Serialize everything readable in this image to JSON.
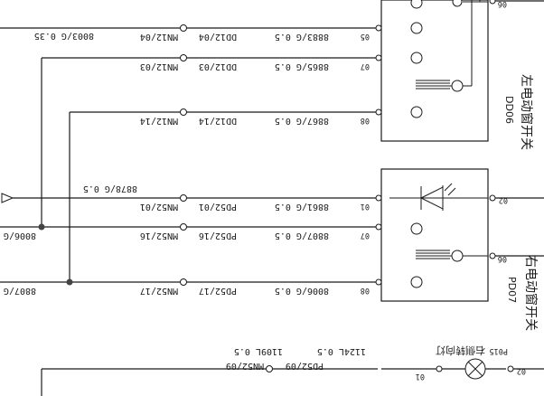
{
  "rows": [
    {
      "id": "r1",
      "left_label": "8003/G  0.35",
      "conn_left": "MN12/04",
      "conn_right": "DD12/04",
      "wire": "8883/G  0.5",
      "pin": "05"
    },
    {
      "id": "r2",
      "left_label": "",
      "conn_left": "MN12/03",
      "conn_right": "DD12/03",
      "wire": "8865/G  0.5",
      "pin": "07"
    },
    {
      "id": "r3",
      "left_label": "",
      "conn_left": "MN12/14",
      "conn_right": "DD12/14",
      "wire": "8867/G  0.5",
      "pin": "08"
    },
    {
      "id": "r4",
      "left_label": "",
      "conn_left": "MN52/01",
      "conn_right": "PD52/01",
      "wire": "8861/G  0.5",
      "pin": "01"
    },
    {
      "id": "r5",
      "left_label": "8006/G",
      "conn_left": "MN52/16",
      "conn_right": "PD52/16",
      "wire": "8807/G  0.5",
      "pin": "07"
    },
    {
      "id": "r6",
      "left_label": "8807/G",
      "conn_left": "MN52/17",
      "conn_right": "PD52/17",
      "wire": "8006/G  0.5",
      "pin": "08"
    },
    {
      "id": "r7",
      "left_label": "",
      "conn_left": "MN52/09",
      "conn_right": "PD52/09",
      "wire": "",
      "pin": "01"
    }
  ],
  "extra_labels": {
    "wire_8878": "8878/G  0.5",
    "wire_1124": "1124L  0.5",
    "wire_1109": "1109L  0.5"
  },
  "switches": {
    "left": {
      "title": "左电动窗开关",
      "code": "DD06"
    },
    "right": {
      "title": "右电动窗开关",
      "code": "PD07"
    },
    "lamp": {
      "title": "右侧转向灯",
      "code": "P015"
    }
  },
  "right_pins": {
    "top": "06",
    "mid_a": "02",
    "mid_b": "06",
    "bottom": "02"
  }
}
